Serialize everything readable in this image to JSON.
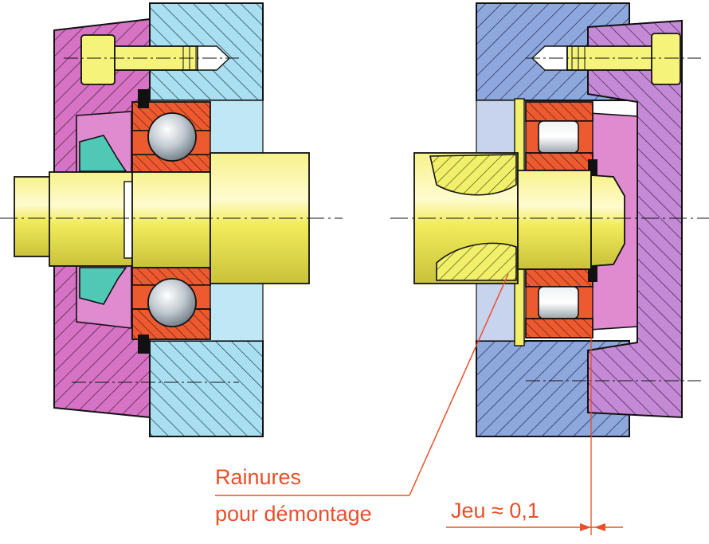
{
  "labels": {
    "grooves_line1": "Rainures",
    "grooves_line2": "pour démontage",
    "clearance": "Jeu ≈ 0,1"
  },
  "colors": {
    "housing_left": "#d673c4",
    "housing_right": "#b68ad0",
    "frame_left": "#a9dff0",
    "frame_right": "#8ea7dc",
    "shaft": "#f2f06a",
    "bearing_ring": "#ee5a30",
    "ball": "#c9d2d8",
    "screw": "#f6f37a",
    "seal": "#4fc9b6",
    "annotation": "#e8502a",
    "outline": "#111111"
  }
}
